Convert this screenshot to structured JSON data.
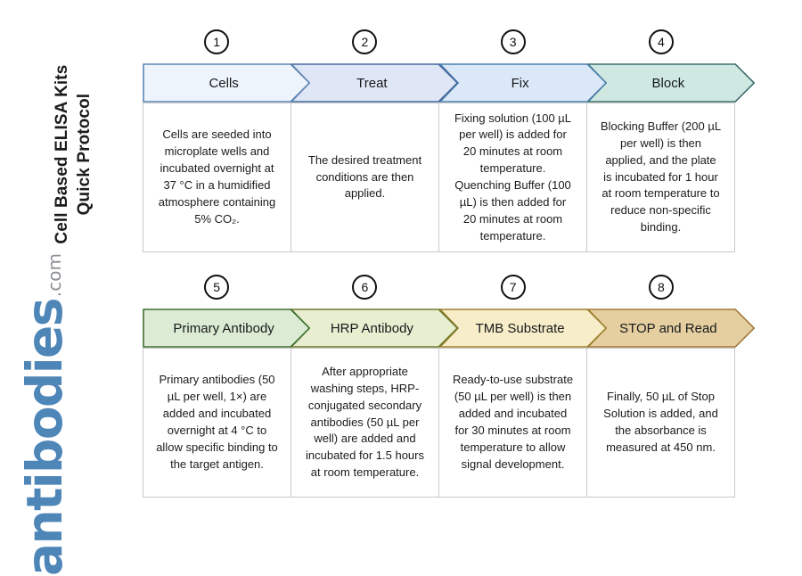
{
  "brand": {
    "protocol_title": "Cell Based ELISA Kits\nQuick Protocol",
    "logo_word": "antibodies",
    "logo_suffix": ".com",
    "logo_color": "#4f86b8",
    "logo_suffix_color": "#8d9196"
  },
  "rows": [
    {
      "id": "row-1",
      "steps": [
        {
          "number": "1",
          "label": "Cells",
          "fill": "#eef4fb",
          "stroke": "#5b86b5",
          "body": "Cells are seeded into microplate wells and incubated overnight at 37 °C in a humidified atmosphere containing 5% CO₂."
        },
        {
          "number": "2",
          "label": "Treat",
          "fill": "#dfe6f6",
          "stroke": "#44689e",
          "body": "The desired treatment conditions are then applied."
        },
        {
          "number": "3",
          "label": "Fix",
          "fill": "#dbe8f7",
          "stroke": "#4b7fae",
          "body": "Fixing solution (100 µL per well) is added for 20 minutes at room temperature. Quenching Buffer (100 µL) is then added for 20 minutes at room temperature."
        },
        {
          "number": "4",
          "label": "Block",
          "fill": "#cfe9e2",
          "stroke": "#3f6d6c",
          "body": "Blocking Buffer (200 µL per well) is then applied, and the plate is incubated for 1 hour at room temperature to reduce non-specific binding."
        }
      ]
    },
    {
      "id": "row-2",
      "steps": [
        {
          "number": "5",
          "label": "Primary Antibody",
          "fill": "#dcecd4",
          "stroke": "#3f7030",
          "body": "Primary antibodies (50 µL per well, 1×) are added and incubated overnight at 4 °C to allow specific binding to the target antigen."
        },
        {
          "number": "6",
          "label": "HRP Antibody",
          "fill": "#e8eed0",
          "stroke": "#6f7a2c",
          "body": "After appropriate washing steps, HRP-conjugated secondary antibodies (50 µL per well) are added and incubated for 1.5 hours at room temperature."
        },
        {
          "number": "7",
          "label": "TMB Substrate",
          "fill": "#f7edc8",
          "stroke": "#9d7f2d",
          "body": "Ready-to-use substrate (50 µL per well) is then added and incubated for 30 minutes at room temperature to allow signal development."
        },
        {
          "number": "8",
          "label": "STOP and Read",
          "fill": "#e5cfa0",
          "stroke": "#a07a36",
          "body": "Finally, 50 µL of Stop Solution is added, and the absorbance is measured at 450 nm."
        }
      ]
    }
  ]
}
